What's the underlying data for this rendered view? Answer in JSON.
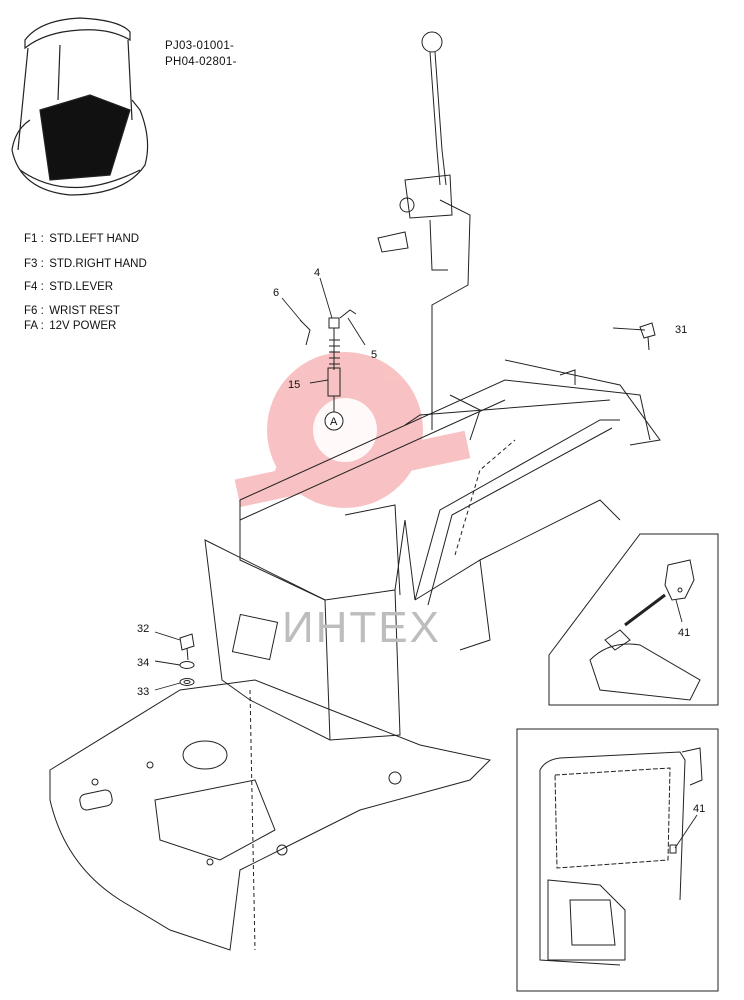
{
  "serials": [
    "PJ03-01001-",
    "PH04-02801-"
  ],
  "legend": [
    {
      "code": "F1 :",
      "text": "STD.LEFT HAND"
    },
    {
      "code": "F3 :",
      "text": "STD.RIGHT HAND"
    },
    {
      "code": "F4 :",
      "text": "STD.LEVER"
    },
    {
      "code": "F6 :",
      "text": "WRIST REST"
    },
    {
      "code": "FA :",
      "text": "12V POWER"
    }
  ],
  "callouts": {
    "c4": "4",
    "c5": "5",
    "c6": "6",
    "c15": "15",
    "cA": "A",
    "c31": "31",
    "c32": "32",
    "c33": "33",
    "c34": "34",
    "c41a": "41",
    "c41b": "41"
  },
  "watermark": "ИНТЕХ",
  "colors": {
    "line": "#222222",
    "watermark": "#e8262b"
  }
}
